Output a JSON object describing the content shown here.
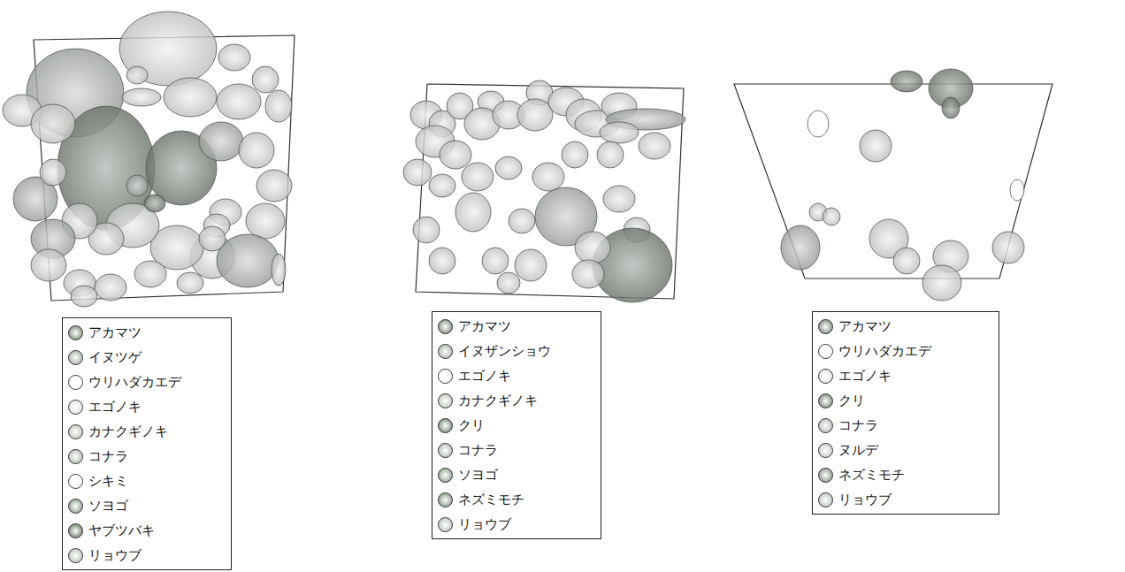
{
  "diagram": {
    "legend": [
      {
        "text": "アカマツ",
        "color": "#8c9a8c"
      },
      {
        "text": "イヌツゲ",
        "color": "#b0bab0"
      },
      {
        "text": "ウリハダカエデ",
        "color": "#ffffff"
      },
      {
        "text": "エゴノキ",
        "color": "#e6eae6"
      },
      {
        "text": "カナクギノキ",
        "color": "#c6cebe"
      },
      {
        "text": "コナラ",
        "color": "#bcc4bc"
      },
      {
        "text": "シキミ",
        "color": "#ffffff"
      },
      {
        "text": "ソヨゴ",
        "color": "#9aa89a"
      },
      {
        "text": "ヤブツバキ",
        "color": "#7c8c7c"
      },
      {
        "text": "リョウブ",
        "color": "#c2cac2"
      },
      {
        "text": "アカマツ",
        "color": "#8c9a8c"
      },
      {
        "text": "イヌザンショウ",
        "color": "#b4bcb4"
      },
      {
        "text": "エゴノキ",
        "color": "#ffffff"
      },
      {
        "text": "カナクギノキ",
        "color": "#c6cebe"
      },
      {
        "text": "クリ",
        "color": "#889888"
      },
      {
        "text": "コナラ",
        "color": "#bcc4bc"
      },
      {
        "text": "ソヨゴ",
        "color": "#9aa89a"
      },
      {
        "text": "ネズミモチ",
        "color": "#94a294"
      },
      {
        "text": "リョウブ",
        "color": "#c2cac2"
      },
      {
        "text": "アカマツ",
        "color": "#8c9a8c"
      },
      {
        "text": "ウリハダカエデ",
        "color": "#ffffff"
      },
      {
        "text": "エゴノキ",
        "color": "#e6eae6"
      },
      {
        "text": "クリ",
        "color": "#889888"
      },
      {
        "text": "コナラ",
        "color": "#bcc4bc"
      },
      {
        "text": "ヌルデ",
        "color": "#ccd2cc"
      },
      {
        "text": "ネズミモチ",
        "color": "#94a294"
      },
      {
        "text": "リョウブ",
        "color": "#c2cac2"
      }
    ]
  }
}
